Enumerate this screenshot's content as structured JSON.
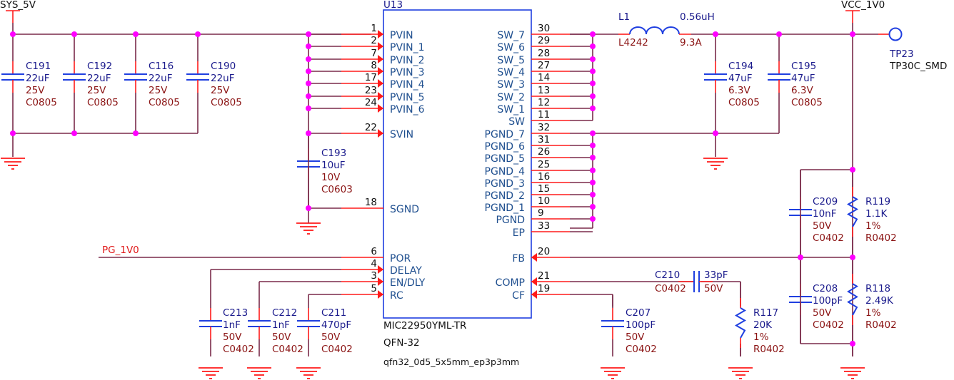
{
  "colors": {
    "wire": "#7a2a4a",
    "pin": "#ff1a1a",
    "component": "#1f3fe0",
    "junction": "#ff00ff",
    "designator": "#1a1a8c",
    "parameter": "#8b1414",
    "pin_name": "#1f4f8f"
  },
  "nets": {
    "sys_5v": "SYS_5V",
    "vcc_1v0": "VCC_1V0",
    "pg_1v0": "PG_1V0"
  },
  "ic": {
    "designator": "U13",
    "part": "MIC22950YML-TR",
    "package": "QFN-32",
    "footprint": "qfn32_0d5_5x5mm_ep3p3mm",
    "left_pins": [
      {
        "num": "1",
        "name": "PVIN"
      },
      {
        "num": "2",
        "name": "PVIN_1"
      },
      {
        "num": "7",
        "name": "PVIN_2"
      },
      {
        "num": "8",
        "name": "PVIN_3"
      },
      {
        "num": "17",
        "name": "PVIN_4"
      },
      {
        "num": "23",
        "name": "PVIN_5"
      },
      {
        "num": "24",
        "name": "PVIN_6"
      },
      {
        "num": "22",
        "name": "SVIN"
      },
      {
        "num": "18",
        "name": "SGND"
      },
      {
        "num": "6",
        "name": "POR"
      },
      {
        "num": "4",
        "name": "DELAY"
      },
      {
        "num": "3",
        "name": "EN/DLY"
      },
      {
        "num": "5",
        "name": "RC"
      }
    ],
    "right_pins": [
      {
        "num": "30",
        "name": "SW_7"
      },
      {
        "num": "29",
        "name": "SW_6"
      },
      {
        "num": "28",
        "name": "SW_5"
      },
      {
        "num": "27",
        "name": "SW_4"
      },
      {
        "num": "14",
        "name": "SW_3"
      },
      {
        "num": "13",
        "name": "SW_2"
      },
      {
        "num": "12",
        "name": "SW_1"
      },
      {
        "num": "11",
        "name": "SW"
      },
      {
        "num": "32",
        "name": "PGND_7"
      },
      {
        "num": "31",
        "name": "PGND_6"
      },
      {
        "num": "26",
        "name": "PGND_5"
      },
      {
        "num": "25",
        "name": "PGND_4"
      },
      {
        "num": "16",
        "name": "PGND_3"
      },
      {
        "num": "15",
        "name": "PGND_2"
      },
      {
        "num": "10",
        "name": "PGND_1"
      },
      {
        "num": "9",
        "name": "PGND"
      },
      {
        "num": "33",
        "name": "EP"
      },
      {
        "num": "20",
        "name": "FB"
      },
      {
        "num": "21",
        "name": "COMP"
      },
      {
        "num": "19",
        "name": "CF"
      }
    ]
  },
  "capacitors": {
    "C191": {
      "des": "C191",
      "value": "22uF",
      "voltage": "25V",
      "pkg": "C0805"
    },
    "C192": {
      "des": "C192",
      "value": "22uF",
      "voltage": "25V",
      "pkg": "C0805"
    },
    "C116": {
      "des": "C116",
      "value": "22uF",
      "voltage": "25V",
      "pkg": "C0805"
    },
    "C190": {
      "des": "C190",
      "value": "22uF",
      "voltage": "25V",
      "pkg": "C0805"
    },
    "C193": {
      "des": "C193",
      "value": "10uF",
      "voltage": "10V",
      "pkg": "C0603"
    },
    "C194": {
      "des": "C194",
      "value": "47uF",
      "voltage": "6.3V",
      "pkg": "C0805"
    },
    "C195": {
      "des": "C195",
      "value": "47uF",
      "voltage": "6.3V",
      "pkg": "C0805"
    },
    "C213": {
      "des": "C213",
      "value": "1nF",
      "voltage": "50V",
      "pkg": "C0402"
    },
    "C212": {
      "des": "C212",
      "value": "1nF",
      "voltage": "50V",
      "pkg": "C0402"
    },
    "C211": {
      "des": "C211",
      "value": "470pF",
      "voltage": "50V",
      "pkg": "C0402"
    },
    "C207": {
      "des": "C207",
      "value": "100pF",
      "voltage": "50V",
      "pkg": "C0402"
    },
    "C210": {
      "des": "C210",
      "value": "33pF",
      "voltage": "50V",
      "pkg": "C0402"
    },
    "C209": {
      "des": "C209",
      "value": "10nF",
      "voltage": "50V",
      "pkg": "C0402"
    },
    "C208": {
      "des": "C208",
      "value": "100pF",
      "voltage": "50V",
      "pkg": "C0402"
    }
  },
  "resistors": {
    "R117": {
      "des": "R117",
      "value": "20K",
      "tol": "1%",
      "pkg": "R0402"
    },
    "R119": {
      "des": "R119",
      "value": "1.1K",
      "tol": "1%",
      "pkg": "R0402"
    },
    "R118": {
      "des": "R118",
      "value": "2.49K",
      "tol": "1%",
      "pkg": "R0402"
    }
  },
  "inductor": {
    "des": "L1",
    "value": "0.56uH",
    "pkg": "L4242",
    "current": "9.3A"
  },
  "testpoint": {
    "des": "TP23",
    "pkg": "TP30C_SMD"
  }
}
